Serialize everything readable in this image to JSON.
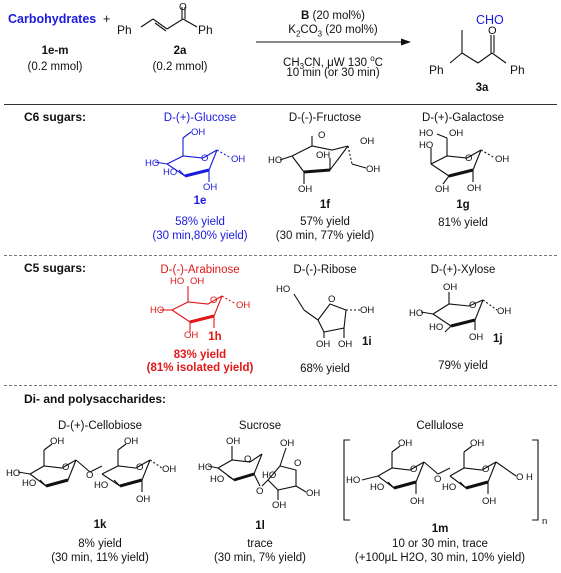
{
  "scheme": {
    "reactant1": "Carbohydrates",
    "plus": "+",
    "reactant1_id": "1e-m",
    "reactant1_amount": "(0.2 mmol)",
    "reactant2_id": "2a",
    "reactant2_amount": "(0.2 mmol)",
    "catalyst_B": "B",
    "catalyst": " (20 mol%)",
    "base": "K",
    "base_sub": "2",
    "base_mid": "CO",
    "base_sub2": "3",
    "base_tail": " (20 mol%)",
    "conditions": "CH3CN, μW 130 ºC",
    "cond_solvent": "CH",
    "cond_sub": "3",
    "cond_rest": "CN, μW 130 ",
    "cond_deg": "o",
    "cond_C": "C",
    "time": "10 min (or 30 min)",
    "product_id": "3a",
    "ph": "Ph",
    "cho": "CHO",
    "o": "O"
  },
  "sections": {
    "c6": "C6 sugars:",
    "c5": "C5 sugars:",
    "di": "Di- and polysaccharides:"
  },
  "compounds": {
    "glucose": {
      "name": "D-(+)-Glucose",
      "id": "1e",
      "yield": "58% yield",
      "note": "(30 min,80% yield)"
    },
    "fructose": {
      "name": "D-(-)-Fructose",
      "id": "1f",
      "yield": "57% yield",
      "note": "(30 min, 77% yield)"
    },
    "galactose": {
      "name": "D-(+)-Galactose",
      "id": "1g",
      "yield": "81% yield"
    },
    "arabinose": {
      "name": "D-(-)-Arabinose",
      "id": "1h",
      "yield": "83% yield",
      "note": "(81% isolated yield)"
    },
    "ribose": {
      "name": "D-(-)-Ribose",
      "id": "1i",
      "yield": "68% yield"
    },
    "xylose": {
      "name": "D-(+)-Xylose",
      "id": "1j",
      "yield": "79% yield"
    },
    "cellobiose": {
      "name": "D-(+)-Cellobiose",
      "id": "1k",
      "yield": "8% yield",
      "note": "(30 min, 11% yield)"
    },
    "sucrose": {
      "name": "Sucrose",
      "id": "1l",
      "yield": "trace",
      "note": "(30 min, 7% yield)"
    },
    "cellulose": {
      "name": "Cellulose",
      "id": "1m",
      "yield": "10 or 30 min, trace",
      "note": "(+100μL H2O, 30 min, 10% yield)"
    }
  },
  "labels": {
    "oh": "OH",
    "ho": "HO",
    "o": "O",
    "h": "H",
    "n": "n"
  },
  "colors": {
    "highlight_blue": "#1a1ae0",
    "highlight_red": "#e01818"
  }
}
